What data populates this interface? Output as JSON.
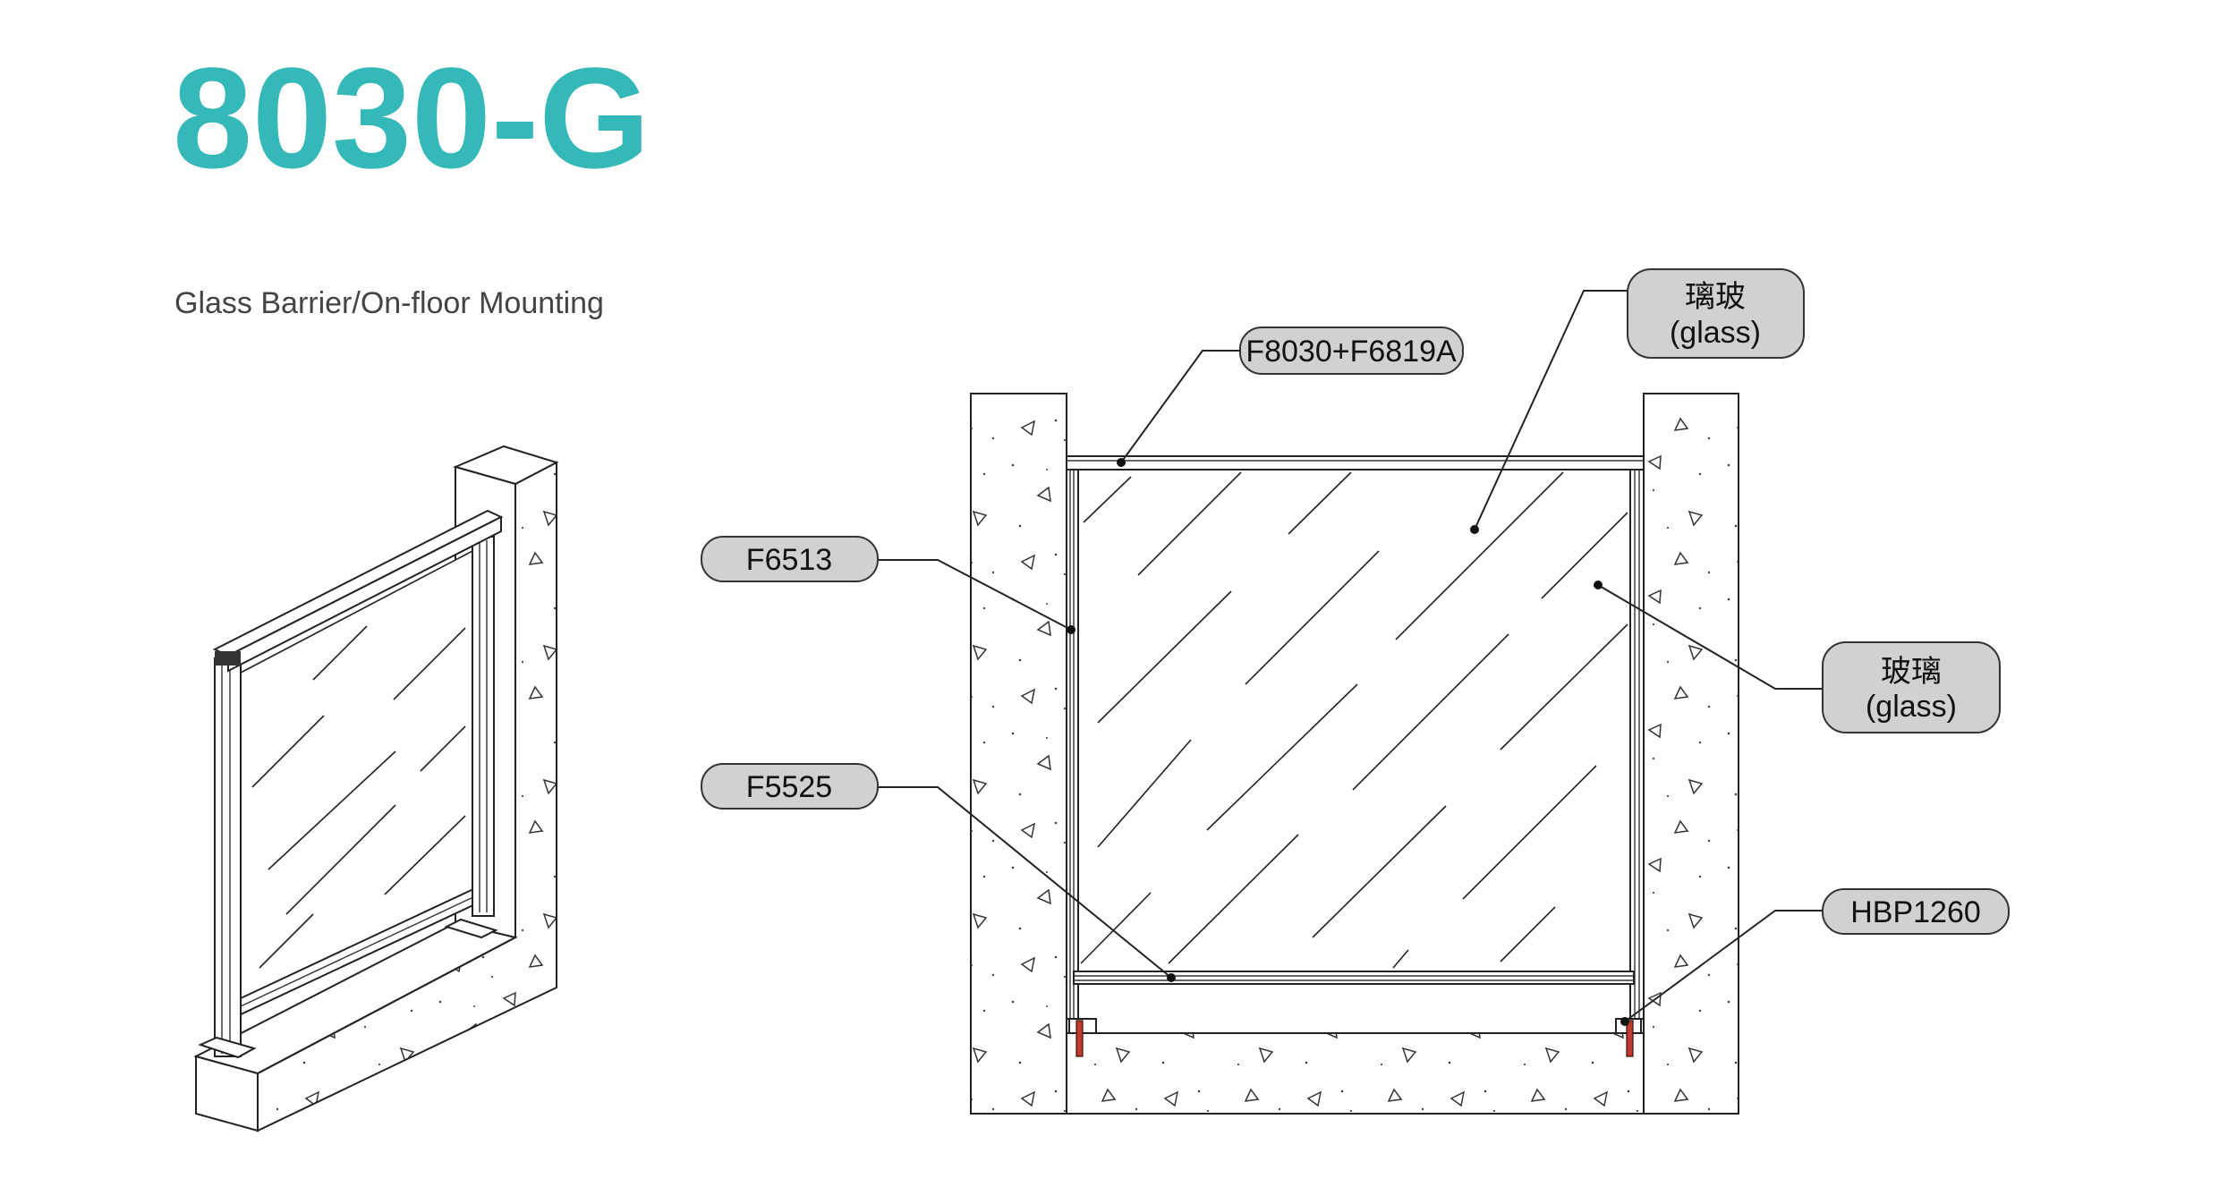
{
  "title": "8030-G",
  "subtitle": "Glass Barrier/On-floor Mounting",
  "colors": {
    "accent": "#35b8b8",
    "label_fill": "#d1d1d1",
    "anchor": "#c0392b"
  },
  "callouts": {
    "top_rail": {
      "label": "F8030+F6819A"
    },
    "glass_top": {
      "line1": "璃玻",
      "line2": "(glass)"
    },
    "post": {
      "label": "F6513"
    },
    "glass_right": {
      "line1": "玻璃",
      "line2": "(glass)"
    },
    "bottom_rail": {
      "label": "F5525"
    },
    "bracket": {
      "label": "HBP1260"
    }
  }
}
